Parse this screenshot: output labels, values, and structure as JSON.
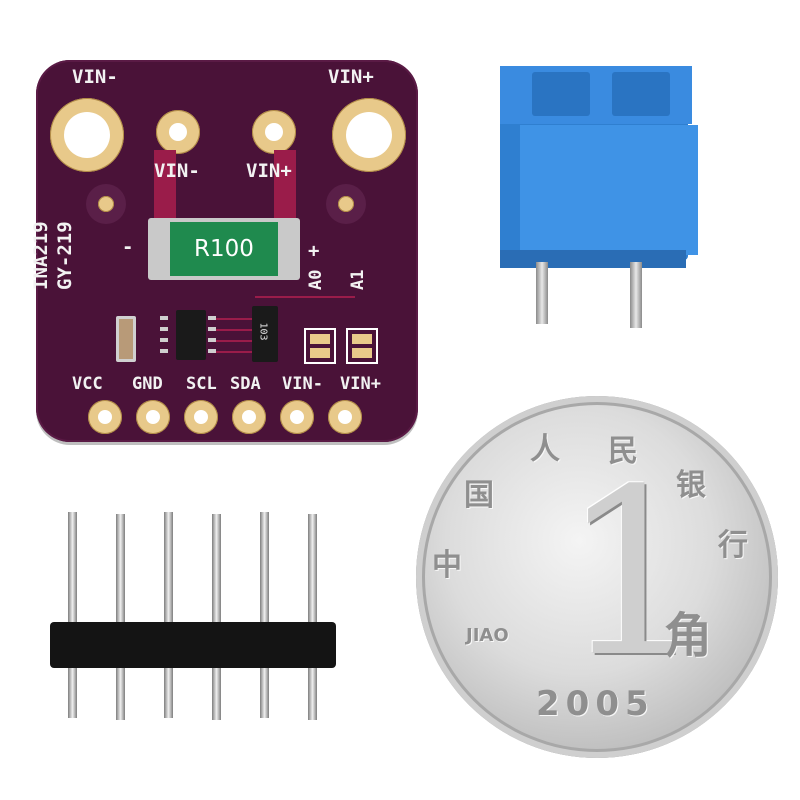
{
  "scene": {
    "description": "Product photo of INA219 current sensor breakout board with terminal block, pin header, and coin for scale",
    "background_color": "#ffffff"
  },
  "pcb": {
    "color": "#4a1238",
    "top_labels": {
      "left": "VIN-",
      "right": "VIN+"
    },
    "inner_labels": {
      "left": "VIN-",
      "right": "VIN+"
    },
    "side_labels": {
      "line1": "INA219",
      "line2": "GY-219"
    },
    "polarity": {
      "minus": "-",
      "plus": "+"
    },
    "shunt_resistor": {
      "label": "R100",
      "color": "#1f8a4e"
    },
    "resistor_network_label": "103",
    "address_jumpers": [
      "A0",
      "A1"
    ],
    "bottom_pins": [
      "VCC",
      "GND",
      "SCL",
      "SDA",
      "VIN-",
      "VIN+"
    ]
  },
  "terminal_block": {
    "color": "#3a8be0",
    "positions": 2
  },
  "pin_header": {
    "pin_count": 6,
    "color": "#141414"
  },
  "coin": {
    "denomination": "1",
    "unit_cn": "角",
    "unit_pinyin": "JIAO",
    "year": "2005",
    "legend_chars": [
      "中",
      "国",
      "人",
      "民",
      "银",
      "行"
    ]
  }
}
